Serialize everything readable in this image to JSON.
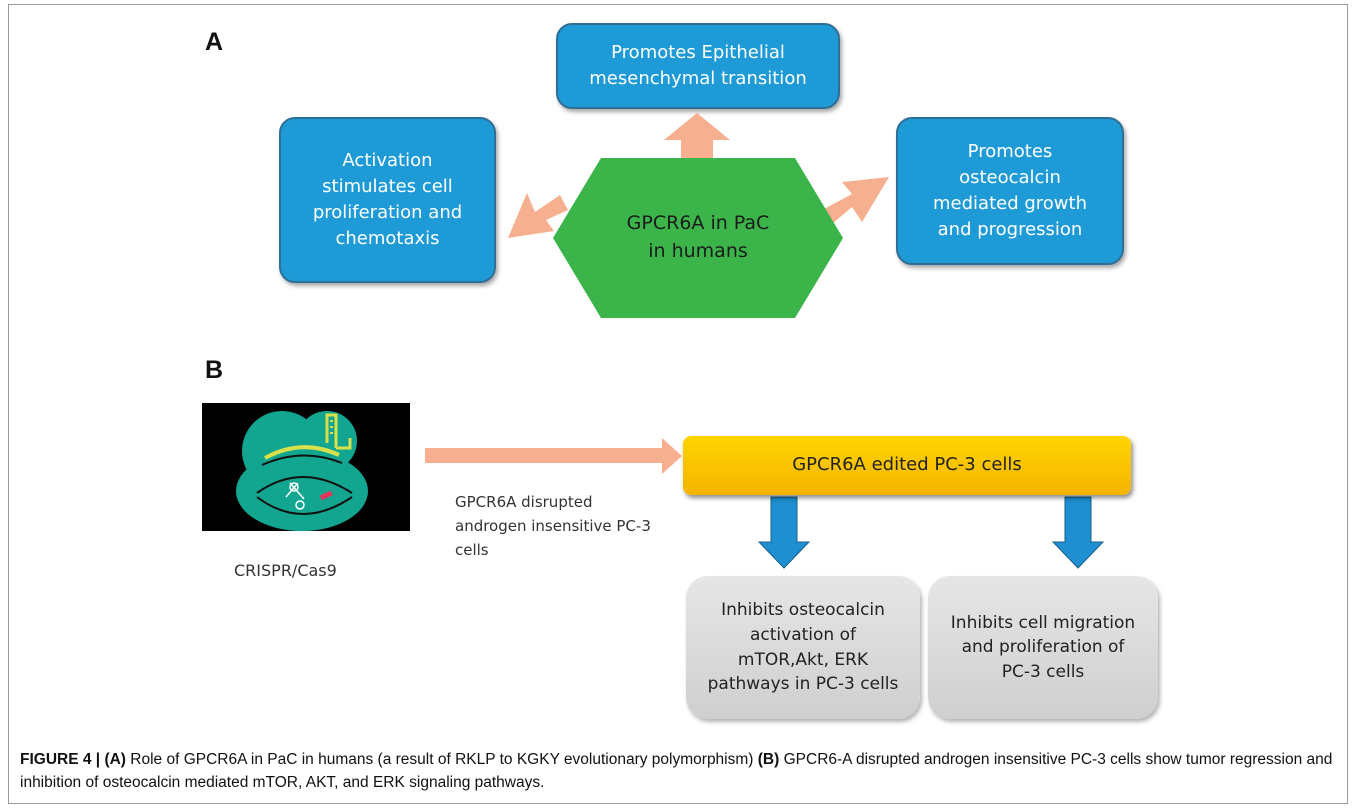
{
  "panel_a": {
    "letter": "A",
    "center": "GPCR6A in PaC\nin humans",
    "top": "Promotes Epithelial\nmesenchymal transition",
    "left": "Activation\nstimulates cell\nproliferation and\nchemotaxis",
    "right": "Promotes\nosteocalcin\nmediated growth\nand progression"
  },
  "panel_b": {
    "letter": "B",
    "crispr_label": "CRISPR/Cas9",
    "arrow_label": "GPCR6A disrupted\nandrogen insensitive PC-3\ncells",
    "edited_cells": "GPCR6A edited PC-3 cells",
    "outcome_left": "Inhibits osteocalcin\nactivation of\nmTOR,Akt, ERK\npathways in PC-3 cells",
    "outcome_right": "Inhibits cell migration\nand proliferation of\nPC-3 cells"
  },
  "caption": {
    "figure_label": "FIGURE 4 |",
    "a_tag": "(A)",
    "a_text": " Role of GPCR6A in PaC in humans (a result of RKLP to KGKY evolutionary polymorphism) ",
    "b_tag": "(B)",
    "b_text": " GPCR6-A disrupted androgen insensitive PC-3 cells show tumor regression and inhibition of osteocalcin mediated mTOR, AKT, and ERK signaling pathways."
  },
  "colors": {
    "hexagon": "#3bb54a",
    "blue_box": "#1e9bd7",
    "arrow_peach": "#f7b08f",
    "arrow_blue": "#1e8fd0",
    "orange_box": "#ffc800",
    "gray_box": "#d9d9d9",
    "cas9_teal": "#12a58f"
  }
}
